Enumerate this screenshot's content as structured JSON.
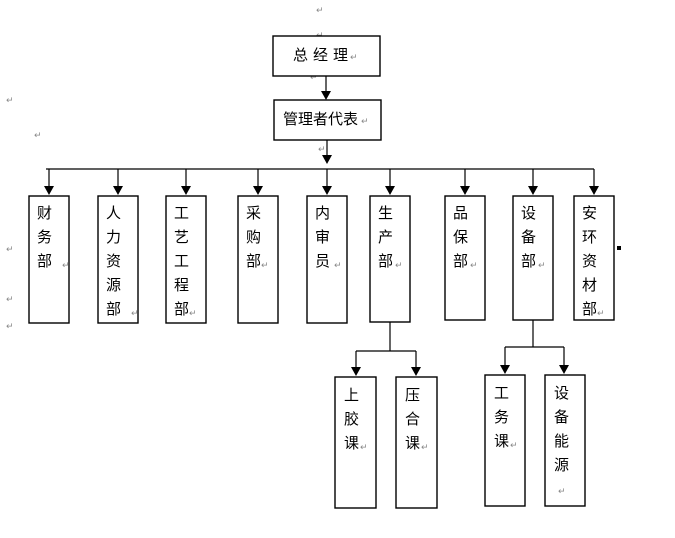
{
  "diagram": {
    "type": "org-chart",
    "paragraph_mark": "↵",
    "nodes": {
      "root": {
        "label": "总经理",
        "chars": [
          "总",
          "经",
          "理"
        ]
      },
      "rep": {
        "label": "管理者代表"
      },
      "departments": [
        {
          "id": "finance",
          "chars": [
            "财",
            "务",
            "部"
          ]
        },
        {
          "id": "hr",
          "chars": [
            "人",
            "力",
            "资",
            "源",
            "部"
          ]
        },
        {
          "id": "process",
          "chars": [
            "工",
            "艺",
            "工",
            "程",
            "部"
          ]
        },
        {
          "id": "purchase",
          "chars": [
            "采",
            "购",
            "部"
          ]
        },
        {
          "id": "audit",
          "chars": [
            "内",
            "审",
            "员"
          ]
        },
        {
          "id": "production",
          "chars": [
            "生",
            "产",
            "部"
          ]
        },
        {
          "id": "quality",
          "chars": [
            "品",
            "保",
            "部"
          ]
        },
        {
          "id": "equipment",
          "chars": [
            "设",
            "备",
            "部"
          ]
        },
        {
          "id": "safety",
          "chars": [
            "安",
            "环",
            "资",
            "材",
            "部"
          ]
        }
      ],
      "sub_units": [
        {
          "id": "rubber",
          "parent": "production",
          "chars": [
            "上",
            "胶",
            "课"
          ]
        },
        {
          "id": "press",
          "parent": "production",
          "chars": [
            "压",
            "合",
            "课"
          ]
        },
        {
          "id": "engineering",
          "parent": "equipment",
          "chars": [
            "工",
            "务",
            "课"
          ]
        },
        {
          "id": "energy",
          "parent": "equipment",
          "chars": [
            "设",
            "备",
            "能",
            "源"
          ]
        }
      ]
    }
  }
}
